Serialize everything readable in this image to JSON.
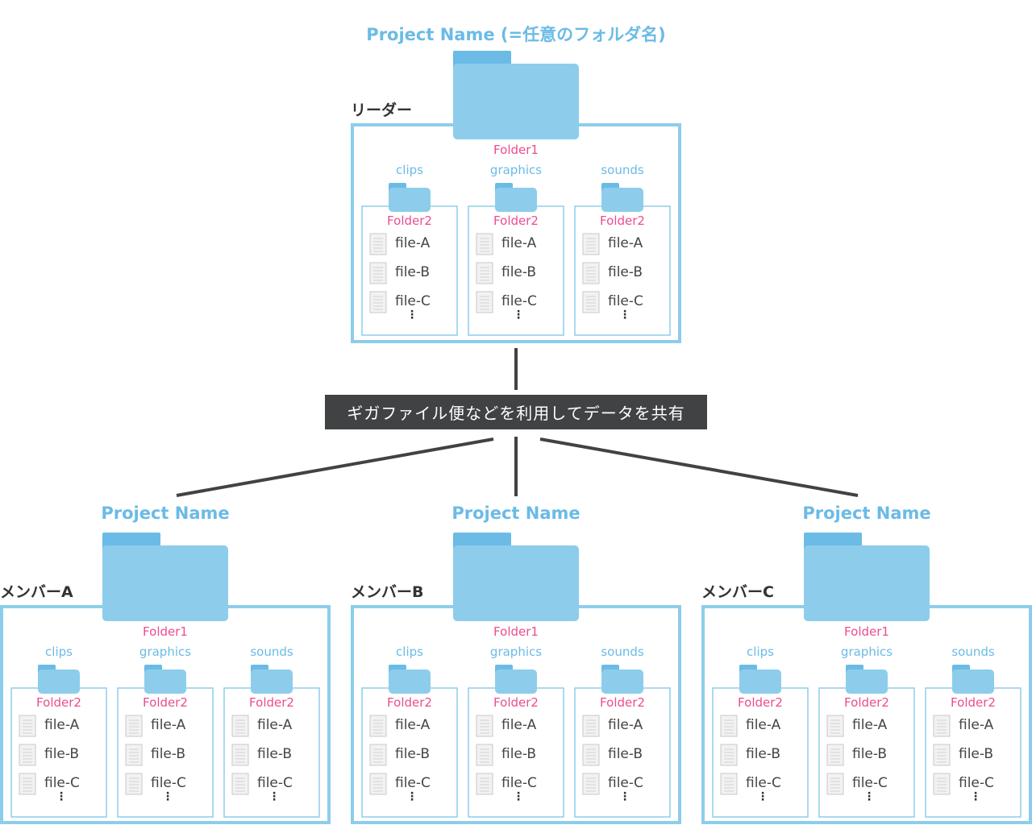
{
  "colors": {
    "title": "#6bbbe6",
    "folder_fill": "#8dcdeb",
    "folder_tab": "#6bbbe6",
    "box_border": "#8dcdeb",
    "pink_label": "#ec4c8f",
    "connector": "#414243",
    "share_box_bg": "#414243"
  },
  "share_box": {
    "label": "ギガファイル便などを利用してデータを共有"
  },
  "groups": [
    {
      "project_title": "Project Name (=任意のフォルダ名)",
      "role": "リーダー",
      "folder1": "Folder1",
      "subfolders": [
        {
          "name": "clips",
          "folder2": "Folder2",
          "files": [
            "file-A",
            "file-B",
            "file-C"
          ],
          "more": "⋮"
        },
        {
          "name": "graphics",
          "folder2": "Folder2",
          "files": [
            "file-A",
            "file-B",
            "file-C"
          ],
          "more": "⋮"
        },
        {
          "name": "sounds",
          "folder2": "Folder2",
          "files": [
            "file-A",
            "file-B",
            "file-C"
          ],
          "more": "⋮"
        }
      ]
    },
    {
      "project_title": "Project Name",
      "role": "メンバーA",
      "folder1": "Folder1",
      "subfolders": [
        {
          "name": "clips",
          "folder2": "Folder2",
          "files": [
            "file-A",
            "file-B",
            "file-C"
          ],
          "more": "⋮"
        },
        {
          "name": "graphics",
          "folder2": "Folder2",
          "files": [
            "file-A",
            "file-B",
            "file-C"
          ],
          "more": "⋮"
        },
        {
          "name": "sounds",
          "folder2": "Folder2",
          "files": [
            "file-A",
            "file-B",
            "file-C"
          ],
          "more": "⋮"
        }
      ]
    },
    {
      "project_title": "Project Name",
      "role": "メンバーB",
      "folder1": "Folder1",
      "subfolders": [
        {
          "name": "clips",
          "folder2": "Folder2",
          "files": [
            "file-A",
            "file-B",
            "file-C"
          ],
          "more": "⋮"
        },
        {
          "name": "graphics",
          "folder2": "Folder2",
          "files": [
            "file-A",
            "file-B",
            "file-C"
          ],
          "more": "⋮"
        },
        {
          "name": "sounds",
          "folder2": "Folder2",
          "files": [
            "file-A",
            "file-B",
            "file-C"
          ],
          "more": "⋮"
        }
      ]
    },
    {
      "project_title": "Project Name",
      "role": "メンバーC",
      "folder1": "Folder1",
      "subfolders": [
        {
          "name": "clips",
          "folder2": "Folder2",
          "files": [
            "file-A",
            "file-B",
            "file-C"
          ],
          "more": "⋮"
        },
        {
          "name": "graphics",
          "folder2": "Folder2",
          "files": [
            "file-A",
            "file-B",
            "file-C"
          ],
          "more": "⋮"
        },
        {
          "name": "sounds",
          "folder2": "Folder2",
          "files": [
            "file-A",
            "file-B",
            "file-C"
          ],
          "more": "⋮"
        }
      ]
    }
  ]
}
